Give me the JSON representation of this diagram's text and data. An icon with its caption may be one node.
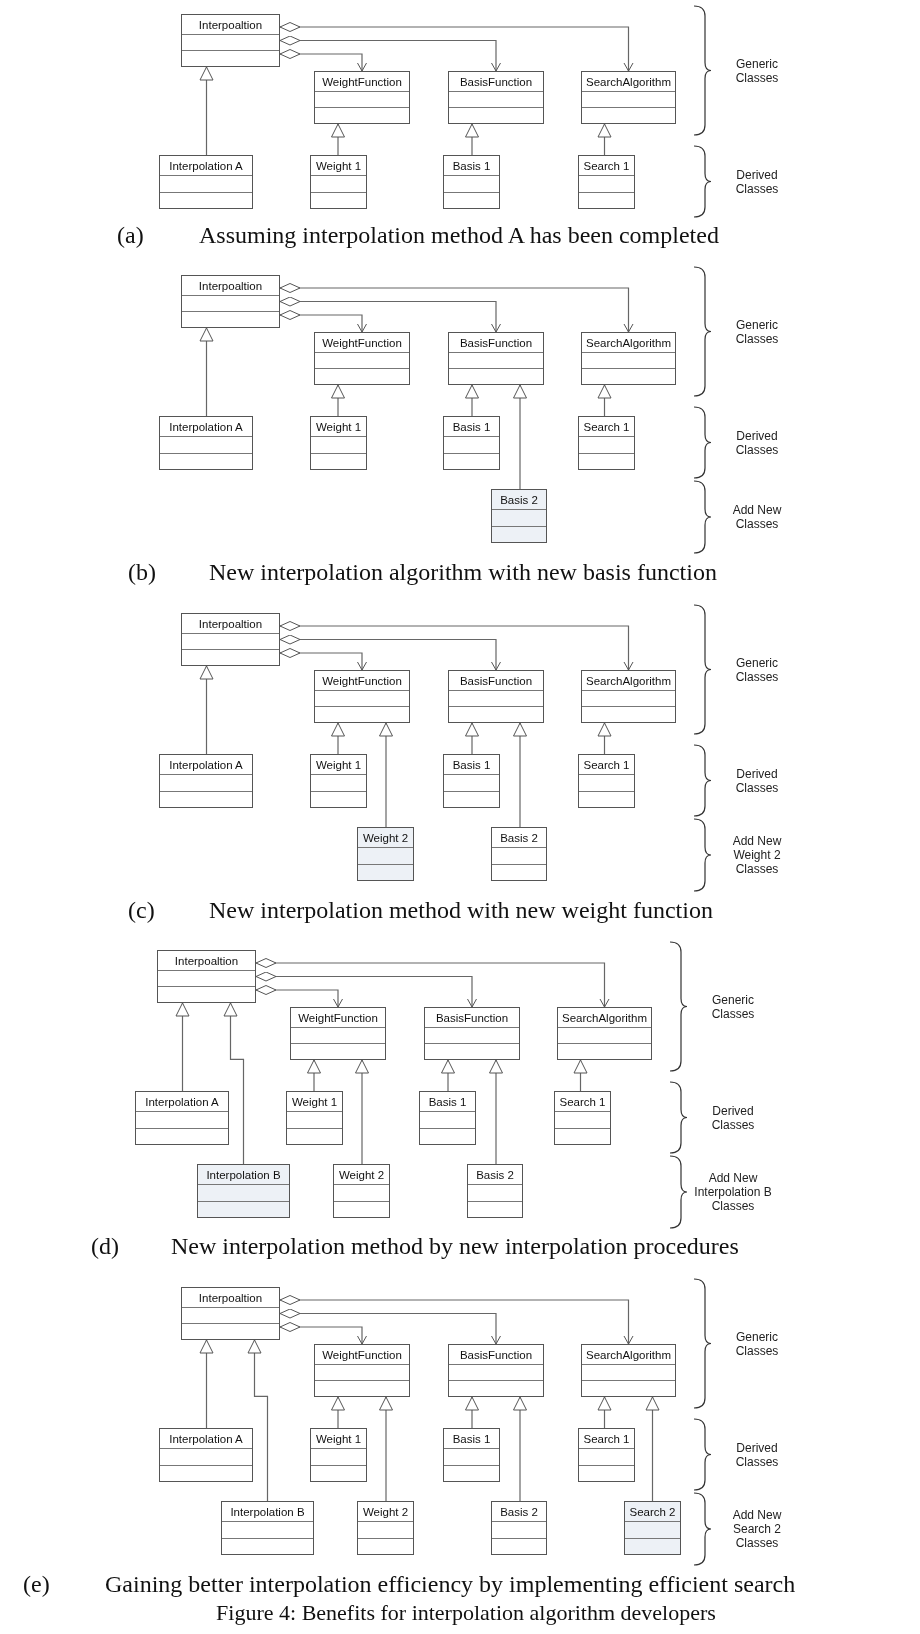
{
  "diagram": {
    "caption": "Figure 4: Benefits for interpolation algorithm developers",
    "nodes": [
      {
        "text": [
          "Interpoaltion"
        ]
      },
      {
        "text": [
          "WeightFunction"
        ]
      },
      {
        "text": [
          "BasisFunction"
        ]
      },
      {
        "text": [
          "SearchAlgorithm"
        ]
      },
      {
        "text": [
          "Interpolation A"
        ]
      },
      {
        "text": [
          "Weight 1"
        ]
      },
      {
        "text": [
          "Basis 1"
        ]
      },
      {
        "text": [
          "Search 1"
        ]
      },
      {
        "text": [
          "Interpoaltion"
        ]
      },
      {
        "text": [
          "WeightFunction"
        ]
      },
      {
        "text": [
          "BasisFunction"
        ]
      },
      {
        "text": [
          "SearchAlgorithm"
        ]
      },
      {
        "text": [
          "Interpolation A"
        ]
      },
      {
        "text": [
          "Weight 1"
        ]
      },
      {
        "text": [
          "Basis 1"
        ]
      },
      {
        "text": [
          "Search 1"
        ]
      },
      {
        "text": [
          "Basis 2"
        ]
      },
      {
        "text": [
          "Interpoaltion"
        ]
      },
      {
        "text": [
          "WeightFunction"
        ]
      },
      {
        "text": [
          "BasisFunction"
        ]
      },
      {
        "text": [
          "SearchAlgorithm"
        ]
      },
      {
        "text": [
          "Interpolation A"
        ]
      },
      {
        "text": [
          "Weight 1"
        ]
      },
      {
        "text": [
          "Basis 1"
        ]
      },
      {
        "text": [
          "Search 1"
        ]
      },
      {
        "text": [
          "Weight 2"
        ]
      },
      {
        "text": [
          "Basis 2"
        ]
      },
      {
        "text": [
          "Interpoaltion"
        ]
      },
      {
        "text": [
          "WeightFunction"
        ]
      },
      {
        "text": [
          "BasisFunction"
        ]
      },
      {
        "text": [
          "SearchAlgorithm"
        ]
      },
      {
        "text": [
          "Interpolation A"
        ]
      },
      {
        "text": [
          "Weight 1"
        ]
      },
      {
        "text": [
          "Basis 1"
        ]
      },
      {
        "text": [
          "Search 1"
        ]
      },
      {
        "text": [
          "Interpolation B"
        ]
      },
      {
        "text": [
          "Weight 2"
        ]
      },
      {
        "text": [
          "Basis 2"
        ]
      },
      {
        "text": [
          "Interpoaltion"
        ]
      },
      {
        "text": [
          "WeightFunction"
        ]
      },
      {
        "text": [
          "BasisFunction"
        ]
      },
      {
        "text": [
          "SearchAlgorithm"
        ]
      },
      {
        "text": [
          "Interpolation A"
        ]
      },
      {
        "text": [
          "Weight 1"
        ]
      },
      {
        "text": [
          "Basis 1"
        ]
      },
      {
        "text": [
          "Search 1"
        ]
      },
      {
        "text": [
          "Interpolation B"
        ]
      },
      {
        "text": [
          "Weight 2"
        ]
      },
      {
        "text": [
          "Basis 2"
        ]
      },
      {
        "text": [
          "Search 2"
        ]
      }
    ],
    "edges": [
      {
        "from": 0,
        "to": 1,
        "arrow": "to"
      },
      {
        "from": 0,
        "to": 2,
        "arrow": "to"
      },
      {
        "from": 0,
        "to": 3,
        "arrow": "to"
      },
      {
        "from": 4,
        "to": 0,
        "arrow": "to"
      },
      {
        "from": 5,
        "to": 1,
        "arrow": "to"
      },
      {
        "from": 6,
        "to": 2,
        "arrow": "to"
      },
      {
        "from": 7,
        "to": 3,
        "arrow": "to"
      },
      {
        "from": 8,
        "to": 9,
        "arrow": "to"
      },
      {
        "from": 8,
        "to": 10,
        "arrow": "to"
      },
      {
        "from": 8,
        "to": 11,
        "arrow": "to"
      },
      {
        "from": 12,
        "to": 8,
        "arrow": "to"
      },
      {
        "from": 13,
        "to": 9,
        "arrow": "to"
      },
      {
        "from": 14,
        "to": 10,
        "arrow": "to"
      },
      {
        "from": 15,
        "to": 11,
        "arrow": "to"
      },
      {
        "from": 16,
        "to": 10,
        "arrow": "to"
      },
      {
        "from": 17,
        "to": 18,
        "arrow": "to"
      },
      {
        "from": 17,
        "to": 19,
        "arrow": "to"
      },
      {
        "from": 17,
        "to": 20,
        "arrow": "to"
      },
      {
        "from": 21,
        "to": 17,
        "arrow": "to"
      },
      {
        "from": 22,
        "to": 18,
        "arrow": "to"
      },
      {
        "from": 23,
        "to": 19,
        "arrow": "to"
      },
      {
        "from": 24,
        "to": 20,
        "arrow": "to"
      },
      {
        "from": 25,
        "to": 18,
        "arrow": "to"
      },
      {
        "from": 26,
        "to": 19,
        "arrow": "to"
      },
      {
        "from": 27,
        "to": 28,
        "arrow": "to"
      },
      {
        "from": 27,
        "to": 29,
        "arrow": "to"
      },
      {
        "from": 27,
        "to": 30,
        "arrow": "to"
      },
      {
        "from": 31,
        "to": 27,
        "arrow": "to"
      },
      {
        "from": 32,
        "to": 28,
        "arrow": "to"
      },
      {
        "from": 33,
        "to": 29,
        "arrow": "to"
      },
      {
        "from": 34,
        "to": 30,
        "arrow": "to"
      },
      {
        "from": 35,
        "to": 27,
        "arrow": "to"
      },
      {
        "from": 36,
        "to": 28,
        "arrow": "to"
      },
      {
        "from": 37,
        "to": 29,
        "arrow": "to"
      },
      {
        "from": 38,
        "to": 39,
        "arrow": "to"
      },
      {
        "from": 38,
        "to": 40,
        "arrow": "to"
      },
      {
        "from": 38,
        "to": 41,
        "arrow": "to"
      },
      {
        "from": 42,
        "to": 38,
        "arrow": "to"
      },
      {
        "from": 43,
        "to": 39,
        "arrow": "to"
      },
      {
        "from": 44,
        "to": 40,
        "arrow": "to"
      },
      {
        "from": 45,
        "to": 41,
        "arrow": "to"
      },
      {
        "from": 46,
        "to": 38,
        "arrow": "to"
      },
      {
        "from": 47,
        "to": 39,
        "arrow": "to"
      },
      {
        "from": 48,
        "to": 40,
        "arrow": "to"
      },
      {
        "from": 49,
        "to": 41,
        "arrow": "to"
      }
    ],
    "labels": [
      "Generic Classes",
      "Derived Classes",
      "(a)",
      "Assuming interpolation method A has been completed",
      "Generic Classes",
      "Derived Classes",
      "Add New Classes",
      "(b)",
      "New interpolation algorithm with new basis function",
      "Generic Classes",
      "Derived Classes",
      "Add New Weight 2 Classes",
      "(c)",
      "New interpolation method with new weight function",
      "Generic Classes",
      "Derived Classes",
      "Add New Interpolation B Classes",
      "(d)",
      "New interpolation method by new interpolation procedures",
      "Generic Classes",
      "Derived Classes",
      "Add New Search 2 Classes",
      "(e)",
      "Gaining better interpolation efficiency by implementing efficient search"
    ]
  }
}
